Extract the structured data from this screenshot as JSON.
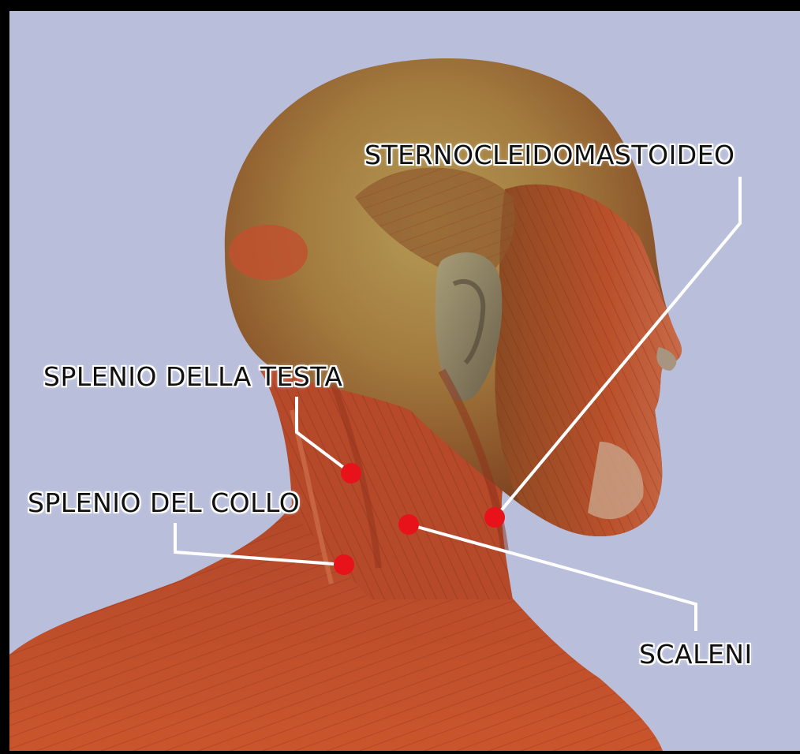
{
  "labels": {
    "sternocleidomastoideo": "STERNOCLEIDOMASTOIDEO",
    "splenio_della_testa": "SPLENIO DELLA TESTA",
    "splenio_del_collo": "SPLENIO DEL COLLO",
    "scaleni": "SCALENI"
  },
  "colors": {
    "background": "#b9bedb",
    "frame": "#000000",
    "muscle": "#c4502a",
    "marker": "#e8121b",
    "leader_line": "#ffffff"
  }
}
